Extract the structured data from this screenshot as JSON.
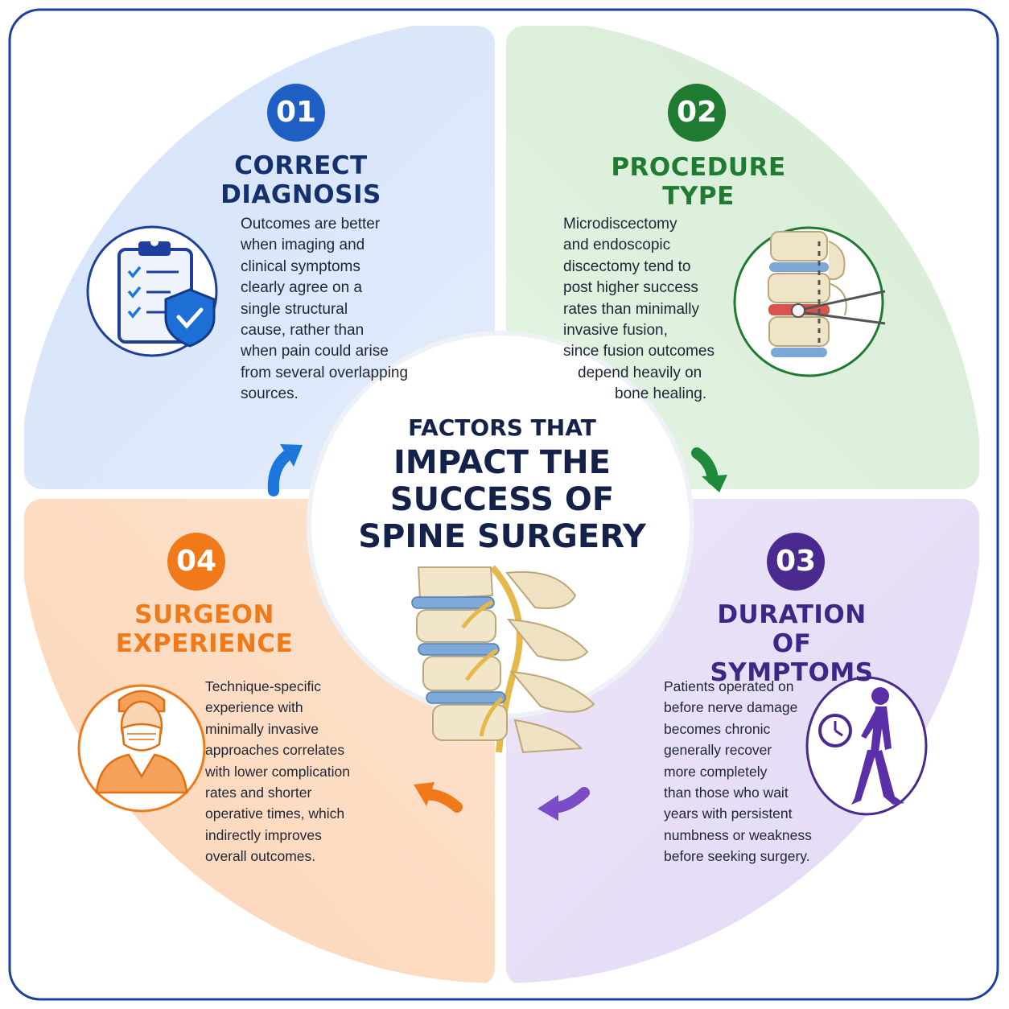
{
  "center": {
    "line1": "FACTORS THAT",
    "line2": "IMPACT THE",
    "line3": "SUCCESS OF",
    "line4": "SPINE SURGERY"
  },
  "factors": [
    {
      "number": "01",
      "title_lines": [
        "CORRECT",
        "DIAGNOSIS"
      ],
      "body_lines": [
        "Outcomes are better",
        "when imaging and",
        "clinical symptoms",
        "clearly agree on a",
        "single structural",
        "cause, rather than",
        "when pain could arise",
        "from several overlapping",
        "sources."
      ],
      "icon": "clipboard-shield-icon",
      "color": "#1f5fc4"
    },
    {
      "number": "02",
      "title_lines": [
        "PROCEDURE",
        "TYPE"
      ],
      "body_lines": [
        "Microdiscectomy",
        "and endoscopic",
        "discectomy tend to",
        "post higher success",
        "rates than minimally",
        "invasive fusion,",
        "since fusion outcomes",
        "depend heavily on",
        "bone healing."
      ],
      "icon": "spine-instrument-icon",
      "color": "#1f7a32"
    },
    {
      "number": "03",
      "title_lines": [
        "DURATION OF",
        "SYMPTOMS"
      ],
      "body_lines": [
        "Patients operated on",
        "before nerve damage",
        "becomes chronic",
        "generally recover",
        "more completely",
        "than those who wait",
        "years with persistent",
        "numbness or weakness",
        "before seeking surgery."
      ],
      "icon": "walking-person-clock-icon",
      "color": "#4b2a8f"
    },
    {
      "number": "04",
      "title_lines": [
        "SURGEON",
        "EXPERIENCE"
      ],
      "body_lines": [
        "Technique-specific",
        "experience with",
        "minimally invasive",
        "approaches correlates",
        "with lower complication",
        "rates and shorter",
        "operative times, which",
        "indirectly improves",
        "overall outcomes."
      ],
      "icon": "surgeon-icon",
      "color": "#f07a1a"
    }
  ],
  "colors": {
    "frame": "#1f3f9e",
    "blue_fill": "#dce8fb",
    "green_fill": "#dcefdc",
    "purple_fill": "#e6ddf6",
    "orange_fill": "#fcdcc2",
    "center_text": "#14224a"
  }
}
